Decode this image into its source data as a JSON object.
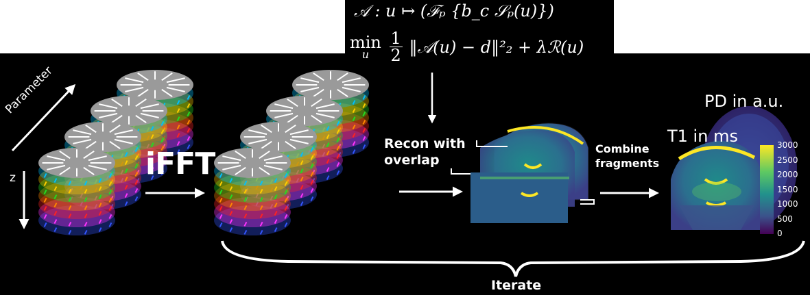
{
  "formula": {
    "line1": "𝒜 : u ↦ (ℱₚ {b_c 𝒮ₚ(u)})",
    "line2_min": "min",
    "line2_sub": "u",
    "line2_frac_num": "1",
    "line2_frac_den": "2",
    "line2_rest": "‖𝒜(u) − d‖²₂ + λℛ(u)"
  },
  "labels": {
    "parameter": "Parameter",
    "z": "z",
    "ifft": "iFFT",
    "recon": "Recon with\noverlap",
    "combine": "Combine\nfragments",
    "pd": "PD in a.u.",
    "t1": "T1 in ms",
    "iterate": "Iterate"
  },
  "colorbar": {
    "ticks": [
      "3000",
      "2500",
      "2000",
      "1500",
      "1000",
      "500",
      "0"
    ],
    "colors": [
      "#fde725",
      "#5ec962",
      "#21918c",
      "#3b528b",
      "#440154"
    ]
  },
  "stack_colors": [
    "#00bfff",
    "#ffcc00",
    "#22dd22",
    "#ff8800",
    "#ff2222",
    "#ff33ff",
    "#3355ff"
  ]
}
